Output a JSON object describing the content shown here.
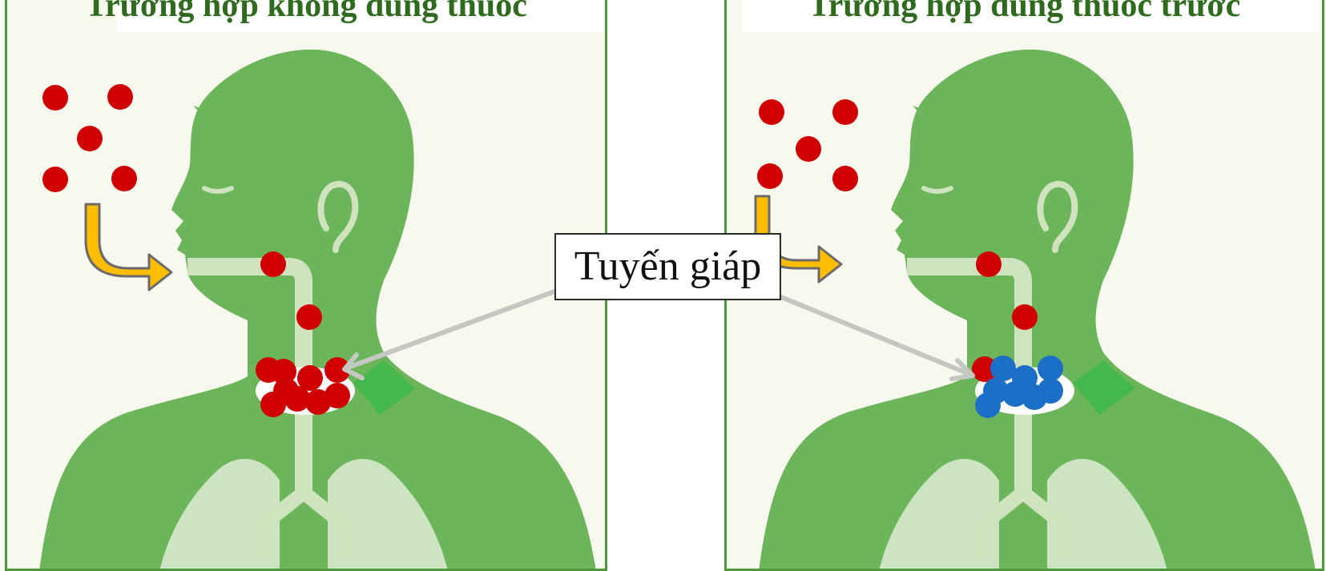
{
  "panels": {
    "left": {
      "title": "Trường hợp không dùng thuốc"
    },
    "right": {
      "title": "Trường hợp dùng thuốc trước"
    }
  },
  "label": {
    "text": "Tuyến giáp"
  },
  "colors": {
    "body": "#6db55a",
    "airway": "#cfe3bf",
    "lung": "#cde4c2",
    "thyroid": "#44b84a",
    "particle_red": "#d10000",
    "particle_blue": "#1c6fc6",
    "arrow_orange": "#ffbd00",
    "pointer": "#c3c8c3",
    "border": "#4e9a3a"
  },
  "icons": {
    "inhale": "arrow-curve-right-icon",
    "pointer": "arrow-pointer-icon"
  }
}
